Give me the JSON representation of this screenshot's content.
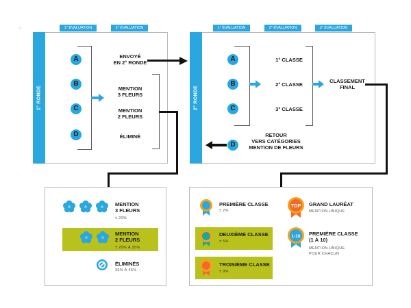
{
  "corner_mark": "○",
  "round1": {
    "side_label": "1° RONDE",
    "tabs": [
      "1° ÉVALUATION",
      "2° ÉVALUATION"
    ],
    "letters": [
      "A",
      "B",
      "C",
      "D"
    ],
    "outcomes": {
      "sent": "ENVOYÉ\nEN 2° RONDE",
      "mention3": "MENTION\n3 FLEURS",
      "mention2": "MENTION\n2 FLEURS",
      "eliminated": "ÉLIMINÉ"
    }
  },
  "round2": {
    "side_label": "2° RONDE",
    "tabs": [
      "1° ÉVALUATION",
      "2° ÉVALUATION",
      "3° ÉVALUATION"
    ],
    "letters": [
      "A",
      "B",
      "C",
      "D"
    ],
    "classes": [
      "1° CLASSE",
      "2° CLASSE",
      "3° CLASSE"
    ],
    "final": "CLASSEMENT\nFINAL",
    "return": "RETOUR\nVERS CATÉGORIES\nMENTION DE FLEURS"
  },
  "legend_left": {
    "items": [
      {
        "title": "MENTION\n3 FLEURS",
        "sub": "± 20%",
        "icon": "three-flowers-icon"
      },
      {
        "title": "MENTION\n2 FLEURS",
        "sub": "± 20% À 25%",
        "icon": "two-flowers-icon"
      },
      {
        "title": "ÉLIMINÉS",
        "sub": "35% À 45%",
        "icon": "prohibited-icon"
      }
    ]
  },
  "legend_right": {
    "items": [
      {
        "title": "PREMIÈRE CLASSE",
        "sub": "± 2%",
        "color": "#2aa7df"
      },
      {
        "title": "DEUXIÈME CLASSE",
        "sub": "± 5%",
        "color": "#1aa89a"
      },
      {
        "title": "TROISIÈME CLASSE",
        "sub": "± 9%",
        "color": "#f26a2a"
      },
      {
        "title": "GRAND LAURÉAT",
        "sub": "MENTION UNIQUE",
        "badge": "TOP"
      },
      {
        "title": "PREMIÈRE CLASSE\n(1 À 10)",
        "sub": "MENTION UNIQUE\nPOUR CHACUN",
        "badge": "1-10"
      }
    ]
  },
  "colors": {
    "blue": "#2aa7df",
    "olive": "#b9c21c",
    "orange": "#f7a21b"
  }
}
